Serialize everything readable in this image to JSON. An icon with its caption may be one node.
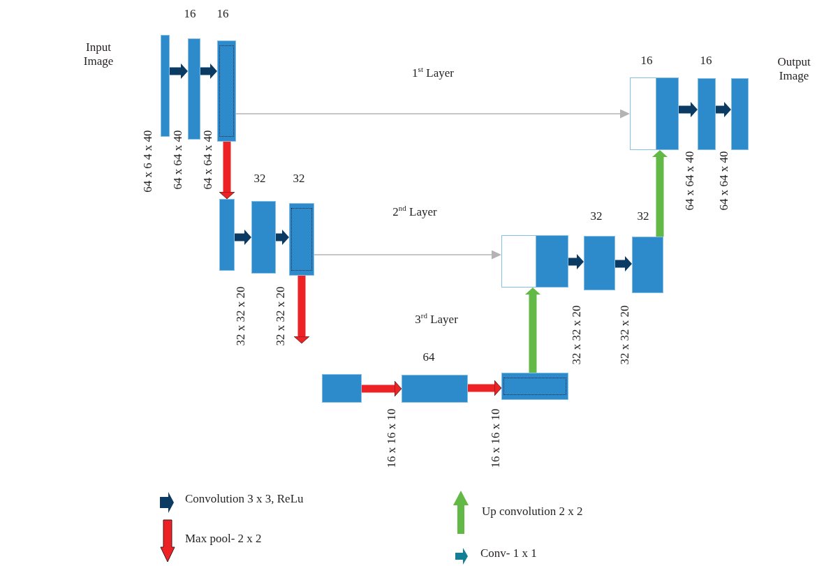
{
  "diagram": {
    "nodes": [
      {
        "text": [],
        "shape": "bar"
      },
      {
        "text": [],
        "shape": "bar"
      },
      {
        "text": [],
        "shape": "bar"
      },
      {
        "text": [],
        "shape": "bar"
      },
      {
        "text": [],
        "shape": "bar"
      },
      {
        "text": [],
        "shape": "bar"
      },
      {
        "text": [],
        "shape": "bar"
      },
      {
        "text": [],
        "shape": "bar"
      },
      {
        "text": [],
        "shape": "bar"
      },
      {
        "text": [],
        "shape": "bar"
      },
      {
        "text": [],
        "shape": "bar"
      },
      {
        "text": [],
        "shape": "bar"
      },
      {
        "text": [],
        "shape": "bar"
      },
      {
        "text": [],
        "shape": "bar"
      },
      {
        "text": [],
        "shape": "bar"
      }
    ],
    "edges": [
      {
        "from": 0,
        "to": 1,
        "arrow": "to"
      },
      {
        "from": 1,
        "to": 2,
        "arrow": "to"
      },
      {
        "from": 2,
        "to": 12,
        "arrow": "to",
        "label": "1$^{st}$ Layer",
        "color": "#b3b3b3"
      },
      {
        "from": 2,
        "to": 3,
        "arrow": "to",
        "color": "#ed2224"
      },
      {
        "from": 3,
        "to": 4,
        "arrow": "to"
      },
      {
        "from": 4,
        "to": 5,
        "arrow": "to"
      },
      {
        "from": 5,
        "to": 9,
        "arrow": "to",
        "label": "2$^{nd}$ Layer",
        "color": "#b3b3b3"
      },
      {
        "from": 5,
        "to": null,
        "arrow": "to",
        "color": "#ed2224"
      },
      {
        "from": 6,
        "to": 7,
        "arrow": "to",
        "color": "#ed2224"
      },
      {
        "from": 7,
        "to": 8,
        "arrow": "to",
        "color": "#ed2224"
      },
      {
        "from": 8,
        "to": 9,
        "arrow": "to",
        "color": "#63b946"
      },
      {
        "from": 9,
        "to": 10,
        "arrow": "to"
      },
      {
        "from": 10,
        "to": 11,
        "arrow": "to"
      },
      {
        "from": 11,
        "to": 12,
        "arrow": "to",
        "color": "#63b946"
      },
      {
        "from": 12,
        "to": 13,
        "arrow": "to"
      },
      {
        "from": 13,
        "to": 14,
        "arrow": "to"
      }
    ],
    "labels": [
      "16",
      "16",
      "Input Image",
      "16",
      "16",
      "Output Image",
      "64 x 6 4 x 40",
      "64 x 64 x 40",
      "64 x 64 x 40",
      "64 x 64 x 40",
      "64 x 64 x 40",
      "32",
      "32",
      "32",
      "32",
      "32 x 32 x 20",
      "32 x 32 x 20",
      "3$^{rd}$ Layer",
      "32 x 32 x 20",
      "32 x 32 x 20",
      "64",
      "16 x 16 x 10",
      "16 x 16 x 10"
    ],
    "legend": [
      {
        "text": "Convolution 3 x 3, ReLu"
      },
      {
        "text": "Max pool- 2 x 2"
      },
      {
        "text": "Up convolution 2 x 2"
      },
      {
        "text": "Conv- 1 x 1"
      }
    ]
  }
}
